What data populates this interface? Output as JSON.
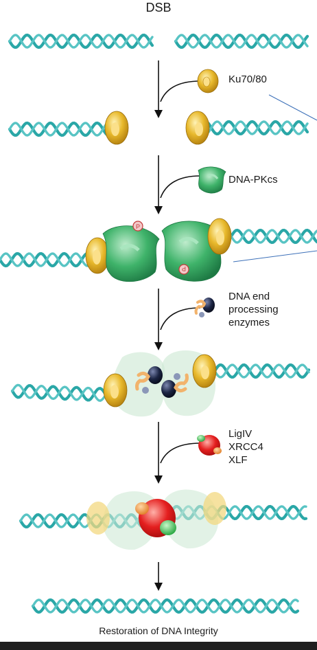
{
  "title": "DSB",
  "steps": [
    {
      "label": "Ku70/80"
    },
    {
      "label": "DNA-PKcs"
    },
    {
      "label": "DNA end\nprocessing\nenzymes"
    },
    {
      "label": "LigIV\nXRCC4\nXLF"
    }
  ],
  "footer": "Restoration of DNA Integrity",
  "colors": {
    "dna": "#2aa7a7",
    "ku": "#e8b92c",
    "pkcs": "#3fb36a",
    "ligase": "#e41f1f",
    "xrcc4": "#f08a2c",
    "xlf": "#2fc44a",
    "enzyme_dark": "#1c2544",
    "enzyme_light": "#f2b36c",
    "phosphate": "#e0504f"
  }
}
